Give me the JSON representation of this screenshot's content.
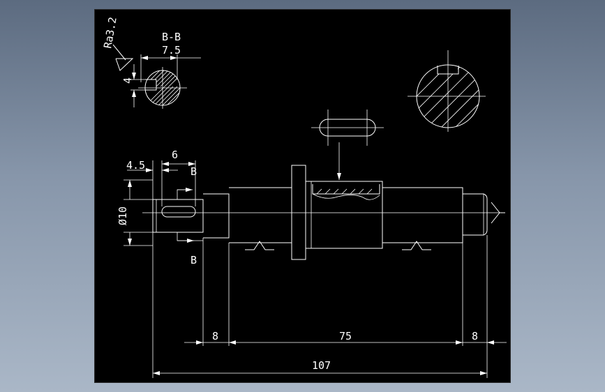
{
  "drawing": {
    "section_label": "B-B",
    "roughness": "Ra3.2",
    "dims": {
      "keyway_width_section": "7.5",
      "keyway_depth_section": "4",
      "keyway_length": "6",
      "keyway_offset": "4.5",
      "diameter": "Ø10",
      "step_left": "8",
      "middle_length": "75",
      "step_right": "8",
      "overall_length": "107"
    },
    "cut_label_top": "B",
    "cut_label_bottom": "B"
  },
  "colors": {
    "background": "#000000",
    "lines": "#ffffff"
  }
}
